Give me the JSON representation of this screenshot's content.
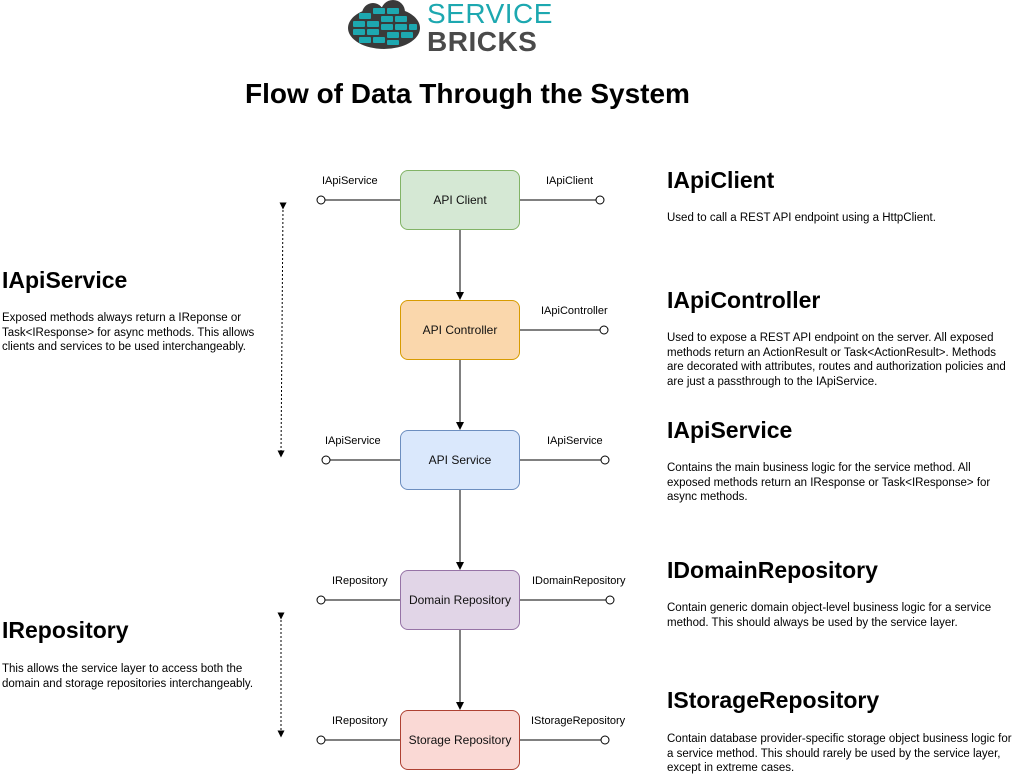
{
  "logo": {
    "line1": "SERVICE",
    "line2": "BRICKS"
  },
  "title": "Flow of Data Through the System",
  "components": [
    {
      "label": "API Client",
      "fill": "#d5e8d4",
      "stroke": "#82b366",
      "left_iface": "IApiService",
      "right_iface": "IApiClient"
    },
    {
      "label": "API Controller",
      "fill": "#fad7ac",
      "stroke": "#d79b00",
      "left_iface": "",
      "right_iface": "IApiController"
    },
    {
      "label": "API Service",
      "fill": "#dae8fc",
      "stroke": "#6c8ebf",
      "left_iface": "IApiService",
      "right_iface": "IApiService"
    },
    {
      "label": "Domain Repository",
      "fill": "#e1d5e7",
      "stroke": "#9673a6",
      "left_iface": "IRepository",
      "right_iface": "IDomainRepository"
    },
    {
      "label": "Storage Repository",
      "fill": "#fad9d5",
      "stroke": "#ae4132",
      "left_iface": "IRepository",
      "right_iface": "IStorageRepository"
    }
  ],
  "right_notes": [
    {
      "heading": "IApiClient",
      "text": "Used to call a REST API endpoint using a HttpClient."
    },
    {
      "heading": "IApiController",
      "text": "Used to expose a REST API endpoint on the server. All exposed methods return an ActionResult or Task<ActionResult>. Methods are decorated with attributes, routes and authorization policies and are just a passthrough to the IApiService."
    },
    {
      "heading": "IApiService",
      "text": "Contains the main business logic for the service method. All exposed methods return an IResponse or Task<IResponse> for async methods."
    },
    {
      "heading": "IDomainRepository",
      "text": "Contain generic domain object-level business logic for a service method. This should always be used by the service layer."
    },
    {
      "heading": "IStorageRepository",
      "text": "Contain database provider-specific storage object business logic for a service method. This should rarely be used by the service layer, except in extreme cases."
    }
  ],
  "left_notes": [
    {
      "heading": "IApiService",
      "text": "Exposed methods always return a IReponse or Task<IResponse> for async methods. This allows clients and services to be used interchangeably."
    },
    {
      "heading": "IRepository",
      "text": "This allows the service layer to access both the domain and storage repositories interchangeably."
    }
  ]
}
